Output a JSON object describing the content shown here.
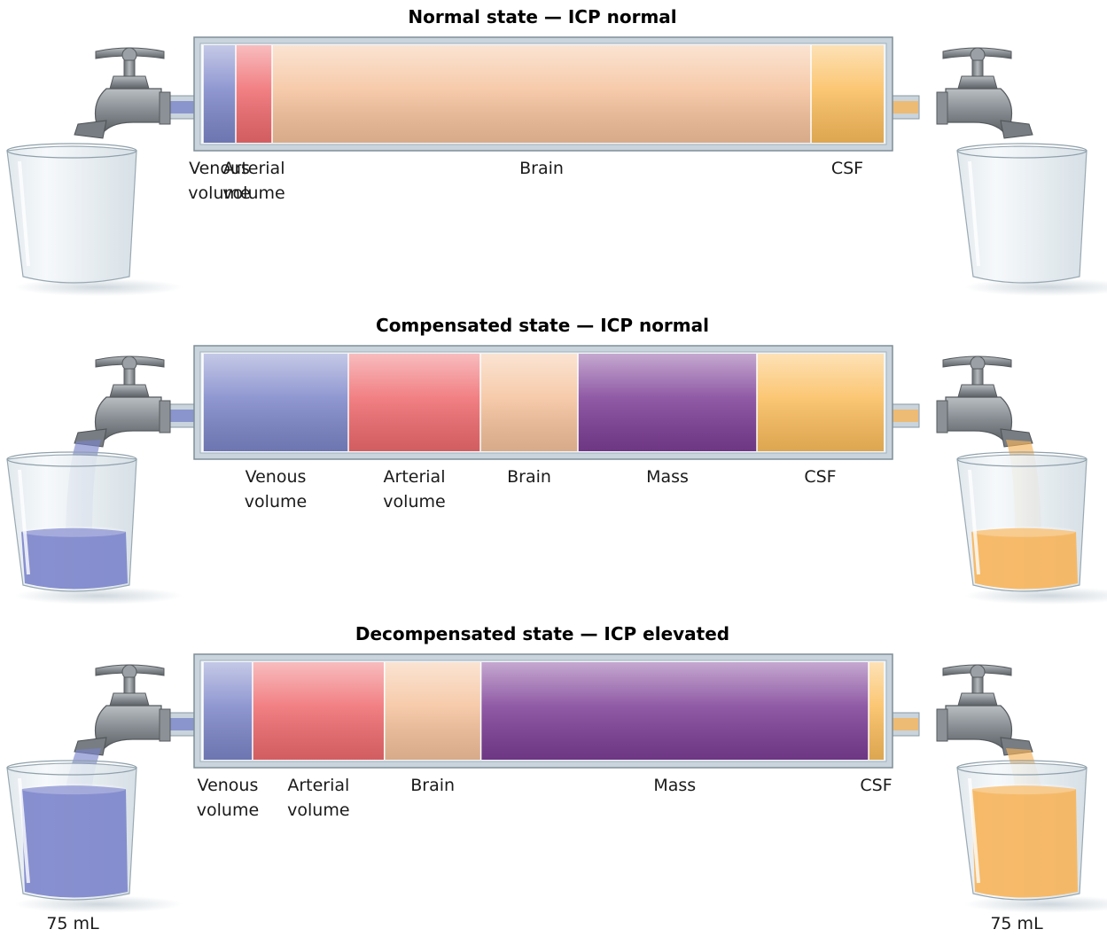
{
  "panels": [
    {
      "title": "Normal state — ICP normal",
      "segments": [
        {
          "key": "venous",
          "label_lines": [
            "Venous",
            "volume"
          ],
          "color": "#7d86c9",
          "size": 37
        },
        {
          "key": "arterial",
          "label_lines": [
            "Arterial",
            "volume"
          ],
          "color": "#ef6a6e",
          "size": 41
        },
        {
          "key": "brain",
          "label_lines": [
            "Brain"
          ],
          "color": "#f5c29c",
          "size": 608
        },
        {
          "key": "csf",
          "label_lines": [
            "CSF"
          ],
          "color": "#fbbd5c",
          "size": 82
        }
      ],
      "left_beaker": {
        "fill": 0
      },
      "right_beaker": {
        "fill": 0
      },
      "left_stream": false,
      "right_stream": false
    },
    {
      "title": "Compensated state — ICP normal",
      "segments": [
        {
          "key": "venous",
          "label_lines": [
            "Venous",
            "volume"
          ],
          "color": "#7d86c9",
          "size": 164
        },
        {
          "key": "arterial",
          "label_lines": [
            "Arterial",
            "volume"
          ],
          "color": "#ef6a6e",
          "size": 149
        },
        {
          "key": "brain",
          "label_lines": [
            "Brain"
          ],
          "color": "#f5c29c",
          "size": 110
        },
        {
          "key": "mass",
          "label_lines": [
            "Mass"
          ],
          "color": "#7d3e96",
          "size": 202
        },
        {
          "key": "csf",
          "label_lines": [
            "CSF"
          ],
          "color": "#fbbd5c",
          "size": 143
        }
      ],
      "left_beaker": {
        "fill": 0.45
      },
      "right_beaker": {
        "fill": 0.45
      },
      "left_stream": true,
      "right_stream": true
    },
    {
      "title": "Decompensated state — ICP elevated",
      "segments": [
        {
          "key": "venous",
          "label_lines": [
            "Venous",
            "volume"
          ],
          "color": "#7d86c9",
          "size": 56
        },
        {
          "key": "arterial",
          "label_lines": [
            "Arterial",
            "volume"
          ],
          "color": "#ef6a6e",
          "size": 149
        },
        {
          "key": "brain",
          "label_lines": [
            "Brain"
          ],
          "color": "#f5c29c",
          "size": 109
        },
        {
          "key": "mass",
          "label_lines": [
            "Mass"
          ],
          "color": "#7d3e96",
          "size": 438
        },
        {
          "key": "csf",
          "label_lines": [
            "CSF"
          ],
          "color": "#fbbd5c",
          "size": 17
        }
      ],
      "left_beaker": {
        "fill": 0.88,
        "label": "75 mL"
      },
      "right_beaker": {
        "fill": 0.88,
        "label": "75 mL"
      },
      "left_stream": true,
      "right_stream": true
    }
  ],
  "colors": {
    "venous_liquid": "#7b84cb",
    "csf_liquid": "#f6b45a",
    "faucet": "#8e9499",
    "tube_frame": "#c9d4dc",
    "glass": "#e8eef2"
  }
}
